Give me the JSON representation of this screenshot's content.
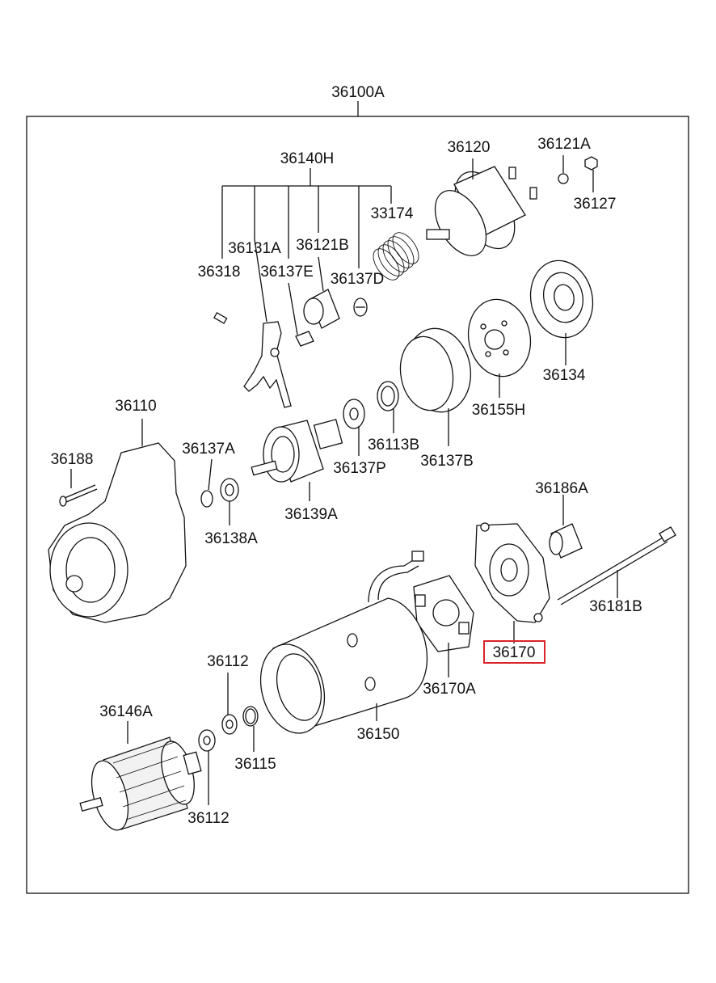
{
  "diagram": {
    "assembly_label": "36100A",
    "highlighted_part": "36170",
    "parts": [
      {
        "id": "p-36140h",
        "label": "36140H"
      },
      {
        "id": "p-36120",
        "label": "36120"
      },
      {
        "id": "p-36121a",
        "label": "36121A"
      },
      {
        "id": "p-36127",
        "label": "36127"
      },
      {
        "id": "p-33174",
        "label": "33174"
      },
      {
        "id": "p-36131a",
        "label": "36131A"
      },
      {
        "id": "p-36121b",
        "label": "36121B"
      },
      {
        "id": "p-36318",
        "label": "36318"
      },
      {
        "id": "p-36137e",
        "label": "36137E"
      },
      {
        "id": "p-36137d",
        "label": "36137D"
      },
      {
        "id": "p-36134",
        "label": "36134"
      },
      {
        "id": "p-36155h",
        "label": "36155H"
      },
      {
        "id": "p-36110",
        "label": "36110"
      },
      {
        "id": "p-36113b",
        "label": "36113B"
      },
      {
        "id": "p-36137b",
        "label": "36137B"
      },
      {
        "id": "p-36188",
        "label": "36188"
      },
      {
        "id": "p-36137a",
        "label": "36137A"
      },
      {
        "id": "p-36137p",
        "label": "36137P"
      },
      {
        "id": "p-36139a",
        "label": "36139A"
      },
      {
        "id": "p-36138a",
        "label": "36138A"
      },
      {
        "id": "p-36186a",
        "label": "36186A"
      },
      {
        "id": "p-36181b",
        "label": "36181B"
      },
      {
        "id": "p-36170",
        "label": "36170"
      },
      {
        "id": "p-36112-top",
        "label": "36112"
      },
      {
        "id": "p-36170a",
        "label": "36170A"
      },
      {
        "id": "p-36146a",
        "label": "36146A"
      },
      {
        "id": "p-36150",
        "label": "36150"
      },
      {
        "id": "p-36115",
        "label": "36115"
      },
      {
        "id": "p-36112-bot",
        "label": "36112"
      }
    ]
  }
}
